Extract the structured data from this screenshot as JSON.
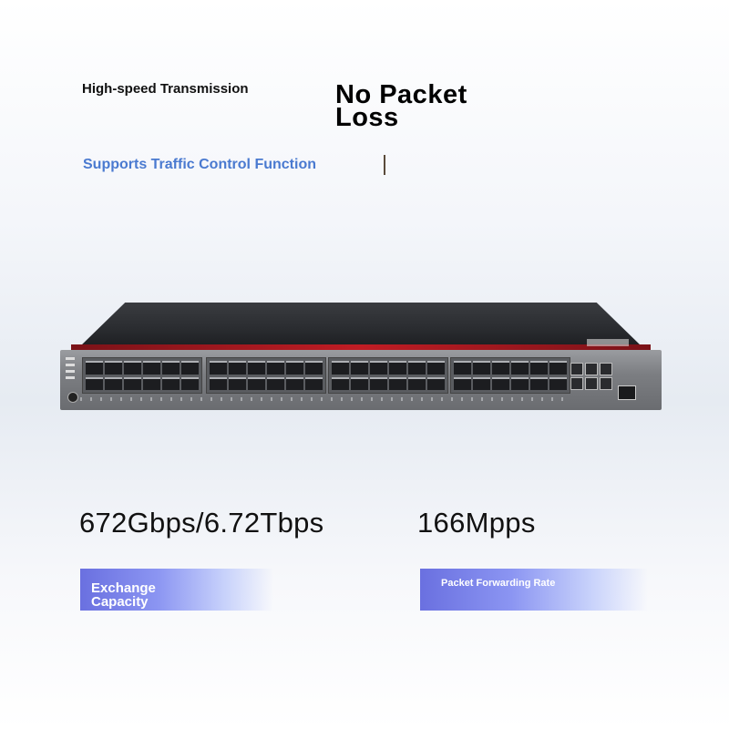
{
  "headlines": {
    "speed": "High-speed Transmission",
    "packet": "No Packet Loss",
    "traffic": "Supports Traffic Control Function"
  },
  "metrics": [
    {
      "value": "672Gbps/6.72Tbps",
      "label": "Exchange Capacity"
    },
    {
      "value": "166Mpps",
      "label": "Packet Forwarding Rate"
    }
  ],
  "colors": {
    "accent_text": "#4a7ad0",
    "card_gradient_start": "#6a70e0",
    "device_stripe": "#c01c24"
  }
}
